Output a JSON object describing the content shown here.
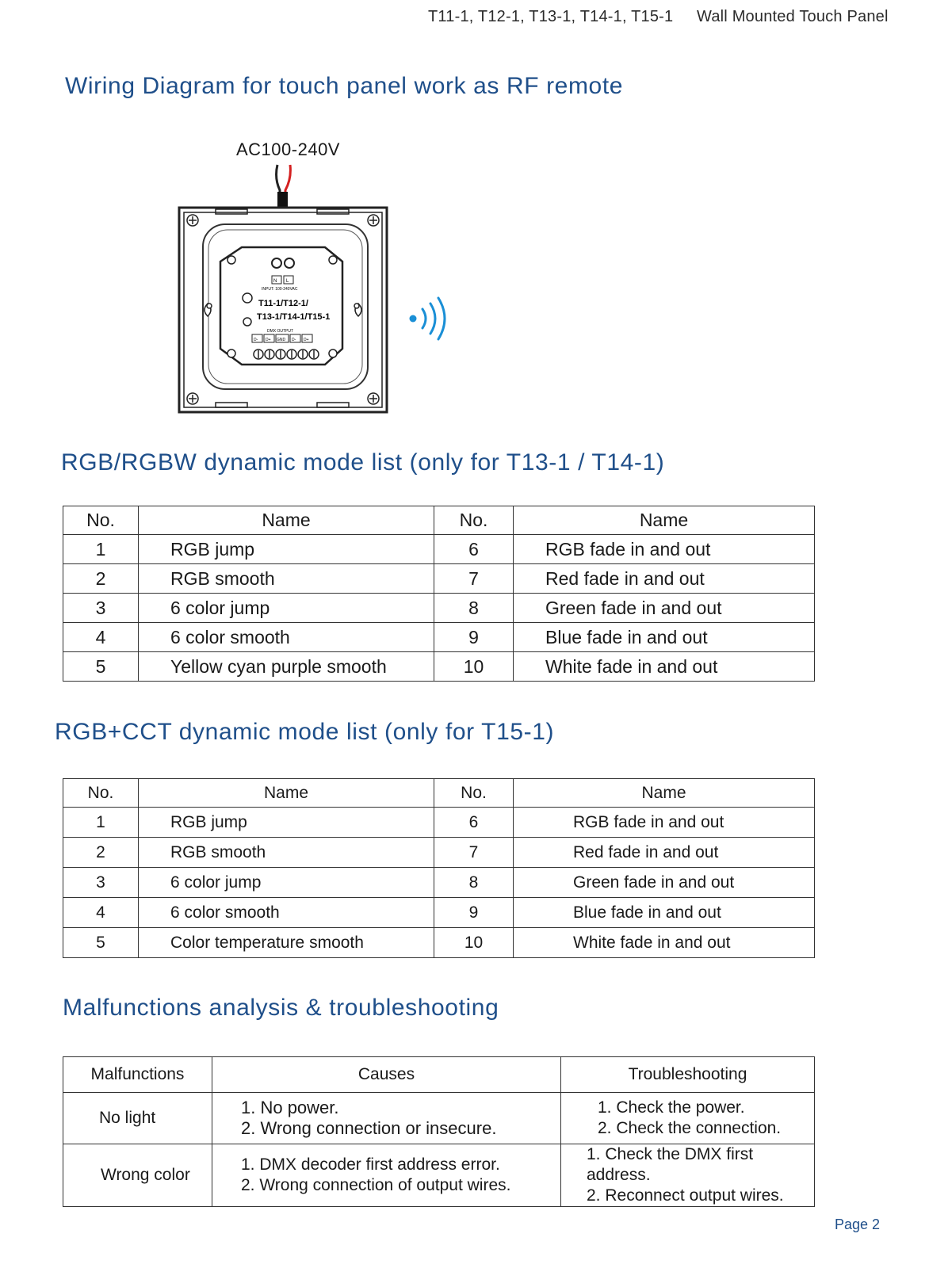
{
  "header": {
    "models": "T11-1, T12-1, T13-1, T14-1, T15-1",
    "product": "Wall Mounted Touch Panel"
  },
  "wiring": {
    "title": "Wiring Diagram for touch panel work as RF remote",
    "voltage": "AC100-240V",
    "terminal_n": "N",
    "terminal_l": "L",
    "input_label": "INPUT: 100-240VAC",
    "model_line1": "T11-1/T12-1/",
    "model_line2": "T13-1/T14-1/T15-1",
    "dmx_label": "DMX OUTPUT",
    "dmx_terminals": [
      "D-",
      "D+",
      "GND",
      "D-",
      "D+"
    ]
  },
  "rgb_table": {
    "title": "RGB/RGBW dynamic mode list (only for T13-1 / T14-1)",
    "headers": [
      "No.",
      "Name",
      "No.",
      "Name"
    ],
    "rows": [
      [
        "1",
        "RGB jump",
        "6",
        "RGB fade in and out"
      ],
      [
        "2",
        "RGB smooth",
        "7",
        "Red fade in and out"
      ],
      [
        "3",
        "6 color jump",
        "8",
        "Green fade in and out"
      ],
      [
        "4",
        "6 color smooth",
        "9",
        "Blue fade in and out"
      ],
      [
        "5",
        "Yellow cyan purple smooth",
        "10",
        "White fade in and out"
      ]
    ]
  },
  "cct_table": {
    "title": "RGB+CCT dynamic mode list (only for T15-1)",
    "headers": [
      "No.",
      "Name",
      "No.",
      "Name"
    ],
    "rows": [
      [
        "1",
        "RGB jump",
        "6",
        "RGB fade in and out"
      ],
      [
        "2",
        "RGB smooth",
        "7",
        "Red fade in and out"
      ],
      [
        "3",
        "6 color jump",
        "8",
        "Green fade in and out"
      ],
      [
        "4",
        "6 color smooth",
        "9",
        "Blue fade in and out"
      ],
      [
        "5",
        "Color temperature smooth",
        "10",
        "White fade in and out"
      ]
    ]
  },
  "trouble_table": {
    "title": "Malfunctions analysis & troubleshooting",
    "headers": [
      "Malfunctions",
      "Causes",
      "Troubleshooting"
    ],
    "rows": [
      {
        "malfunction": "No light",
        "causes": [
          "1. No power.",
          "2. Wrong connection or insecure."
        ],
        "fixes": [
          "1. Check the power.",
          "2. Check the connection."
        ]
      },
      {
        "malfunction": "Wrong color",
        "causes": [
          "1. DMX decoder first address error.",
          "2. Wrong connection of output wires."
        ],
        "fixes": [
          "1. Check the DMX first address.",
          "2. Reconnect output wires."
        ]
      }
    ]
  },
  "page_number": "Page 2",
  "colors": {
    "heading": "#1f4f8a",
    "signal": "#1a8fd6",
    "live_wire": "#d42020"
  }
}
